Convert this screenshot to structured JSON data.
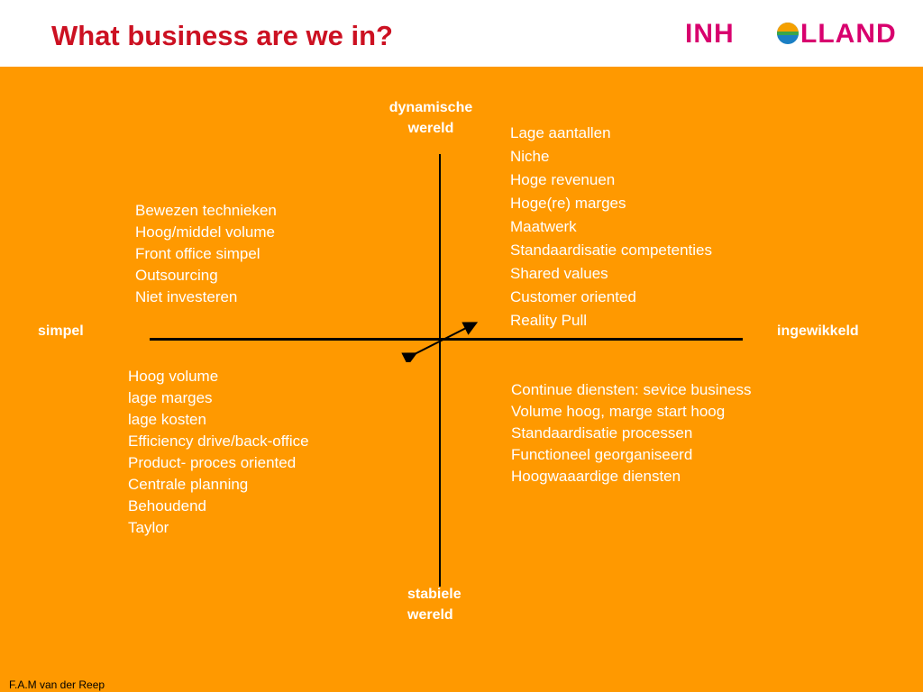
{
  "slide": {
    "title": "What business are we in?",
    "logo_text_left": "INH",
    "logo_text_right": "LLAND",
    "footer": "F.A.M van der Reep"
  },
  "axes": {
    "top": [
      "dynamische",
      "wereld"
    ],
    "bottom": [
      "stabiele",
      "wereld"
    ],
    "left": "simpel",
    "right": "ingewikkeld"
  },
  "quadrants": {
    "top_left": [
      "Bewezen technieken",
      "Hoog/middel volume",
      "Front office simpel",
      "Outsourcing",
      "Niet investeren"
    ],
    "top_right": [
      "Lage aantallen",
      "Niche",
      "Hoge revenuen",
      "Hoge(re) marges",
      "Maatwerk",
      "Standaardisatie competenties",
      "Shared values",
      "Customer oriented",
      "Reality Pull"
    ],
    "bottom_left": [
      "Hoog volume",
      "lage marges",
      "lage kosten",
      "Efficiency drive/back-office",
      "Product- proces oriented",
      "Centrale planning",
      "Behoudend",
      "Taylor"
    ],
    "bottom_right": [
      "Continue diensten: sevice business",
      "Volume hoog, marge start hoog",
      "Standaardisatie processen",
      "Functioneel georganiseerd",
      "Hoogwaaardige diensten"
    ]
  },
  "colors": {
    "background": "#ff9900",
    "title": "#cc1122",
    "logo": "#d8006e"
  }
}
